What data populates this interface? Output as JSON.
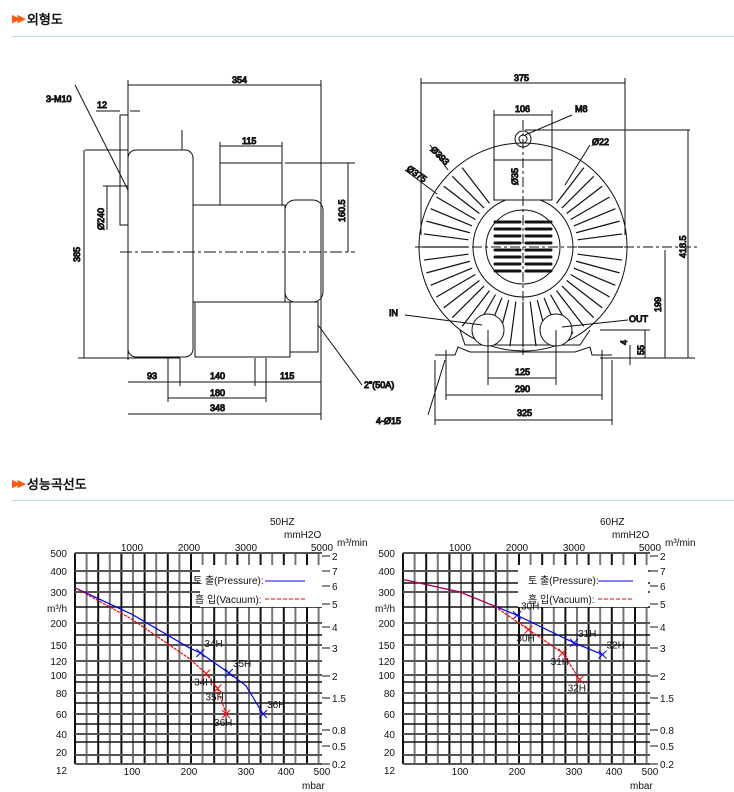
{
  "sections": {
    "outline": "외형도",
    "performance": "성능곡선도",
    "arrow_icon": "chevrons-right",
    "accent": "#ff5a14"
  },
  "drawing": {
    "side": {
      "d354": "354",
      "d12": "12",
      "m10": "3-M10",
      "d240": "Ø240",
      "d385": "385",
      "d115top": "115",
      "d1605": "160.5",
      "d93": "93",
      "d140": "140",
      "d115": "115",
      "d180": "180",
      "d348": "348",
      "port": "2\"(50A)"
    },
    "front": {
      "d375": "375",
      "d106": "106",
      "m8": "M8",
      "d22": "Ø22",
      "d393": "Ø393",
      "d375r": "Ø375",
      "d35": "Ø35",
      "d4185": "418.5",
      "d199": "199",
      "d55": "55",
      "d4": "4",
      "in": "IN",
      "out": "OUT",
      "d125": "125",
      "d290": "290",
      "d325": "325",
      "holes": "4-Ø15"
    }
  },
  "chart_data": [
    {
      "type": "line",
      "title": "50HZ",
      "xlabel": "mbar",
      "ylabel": "m³/h",
      "x2label": "mmH2O",
      "y2label": "m³/min",
      "xticks": [
        "100",
        "200",
        "300",
        "400",
        "500"
      ],
      "x2ticks": [
        "1000",
        "2000",
        "3000",
        "5000"
      ],
      "yticks": [
        "500",
        "400",
        "300",
        "200",
        "150",
        "120",
        "100",
        "80",
        "60",
        "40",
        "20",
        "12"
      ],
      "y2ticks": [
        "2",
        "7",
        "6",
        "5",
        "4",
        "3",
        "2",
        "1.5",
        "0.8",
        "0.5",
        "0.2"
      ],
      "legend": {
        "pressure": "토 출(Pressure):",
        "vacuum": "흡 입(Vacuum):"
      },
      "series": [
        {
          "name": "Pressure",
          "color": "#0000ff",
          "points": [
            [
              0,
              320
            ],
            [
              100,
              228
            ],
            [
              200,
              145
            ],
            [
              220,
              135
            ],
            [
              270,
              103
            ],
            [
              300,
              88
            ],
            [
              330,
              60
            ]
          ],
          "markers": [
            {
              "label": "34H",
              "x": 220,
              "y": 135
            },
            {
              "label": "35H",
              "x": 270,
              "y": 103
            },
            {
              "label": "36H",
              "x": 330,
              "y": 60
            }
          ]
        },
        {
          "name": "Vacuum",
          "color": "#ff0000",
          "points": [
            [
              0,
              320
            ],
            [
              100,
              212
            ],
            [
              200,
              125
            ],
            [
              230,
              102
            ],
            [
              250,
              85
            ],
            [
              265,
              60
            ]
          ],
          "markers": [
            {
              "label": "34H",
              "x": 230,
              "y": 102
            },
            {
              "label": "35H",
              "x": 250,
              "y": 85
            },
            {
              "label": "36H",
              "x": 265,
              "y": 60
            }
          ]
        }
      ]
    },
    {
      "type": "line",
      "title": "60HZ",
      "xlabel": "mbar",
      "ylabel": "m³/h",
      "x2label": "mmH2O",
      "y2label": "m³/min",
      "xticks": [
        "100",
        "200",
        "300",
        "400",
        "500"
      ],
      "x2ticks": [
        "1000",
        "2000",
        "3000",
        "5000"
      ],
      "yticks": [
        "500",
        "400",
        "300",
        "200",
        "150",
        "120",
        "100",
        "80",
        "60",
        "40",
        "20",
        "12"
      ],
      "y2ticks": [
        "2",
        "7",
        "6",
        "5",
        "4",
        "3",
        "2",
        "1.5",
        "0.8",
        "0.5",
        "0.2"
      ],
      "legend": {
        "pressure": "토 출(Pressure):",
        "vacuum": "흡 입(Vacuum):"
      },
      "series": [
        {
          "name": "Pressure",
          "color": "#0000ff",
          "points": [
            [
              0,
              360
            ],
            [
              100,
              300
            ],
            [
              200,
              225
            ],
            [
              300,
              155
            ],
            [
              350,
              132
            ]
          ],
          "markers": [
            {
              "label": "30H",
              "x": 200,
              "y": 225
            },
            {
              "label": "31H",
              "x": 300,
              "y": 155
            },
            {
              "label": "32H",
              "x": 350,
              "y": 132
            }
          ]
        },
        {
          "name": "Vacuum",
          "color": "#ff0000",
          "points": [
            [
              0,
              360
            ],
            [
              100,
              300
            ],
            [
              160,
              255
            ],
            [
              220,
              185
            ],
            [
              280,
              135
            ],
            [
              310,
              95
            ]
          ],
          "markers": [
            {
              "label": "30H",
              "x": 220,
              "y": 185
            },
            {
              "label": "31H",
              "x": 280,
              "y": 135
            },
            {
              "label": "32H",
              "x": 310,
              "y": 95
            }
          ]
        }
      ]
    }
  ]
}
